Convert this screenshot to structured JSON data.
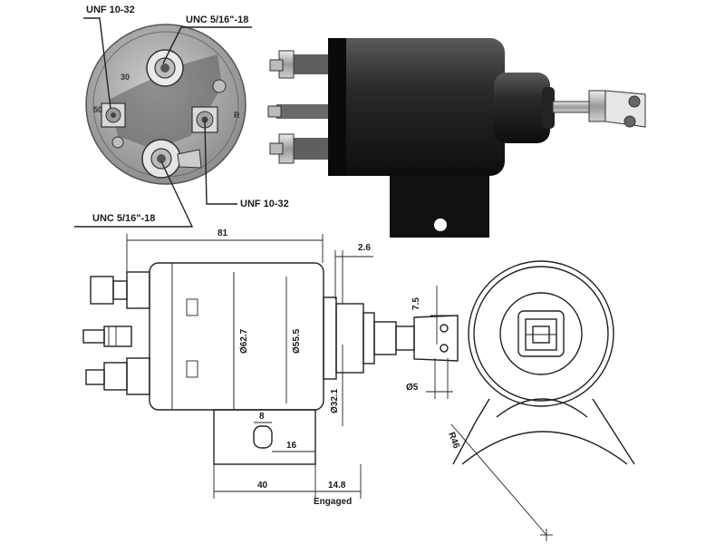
{
  "diagram": {
    "photo_labels": {
      "top_left": "UNF 10-32",
      "top_right": "UNC 5/16\"-18",
      "middle_right": "UNF 10-32",
      "bottom_left": "UNC 5/16\"-18"
    },
    "face_numbers": {
      "top": "30",
      "left": "50",
      "right": "R"
    },
    "dimensions": {
      "overall_length": "81",
      "gap": "2.6",
      "body_diameter": "Ø62.7",
      "inner_diameter": "Ø55.5",
      "plunger_diameter": "Ø32.1",
      "slot": "8",
      "offset": "16",
      "base_length": "40",
      "stroke": "14.8",
      "stroke_note": "Engaged",
      "clevis_width": "7.5",
      "pin": "Ø5",
      "radius": "R46"
    }
  }
}
